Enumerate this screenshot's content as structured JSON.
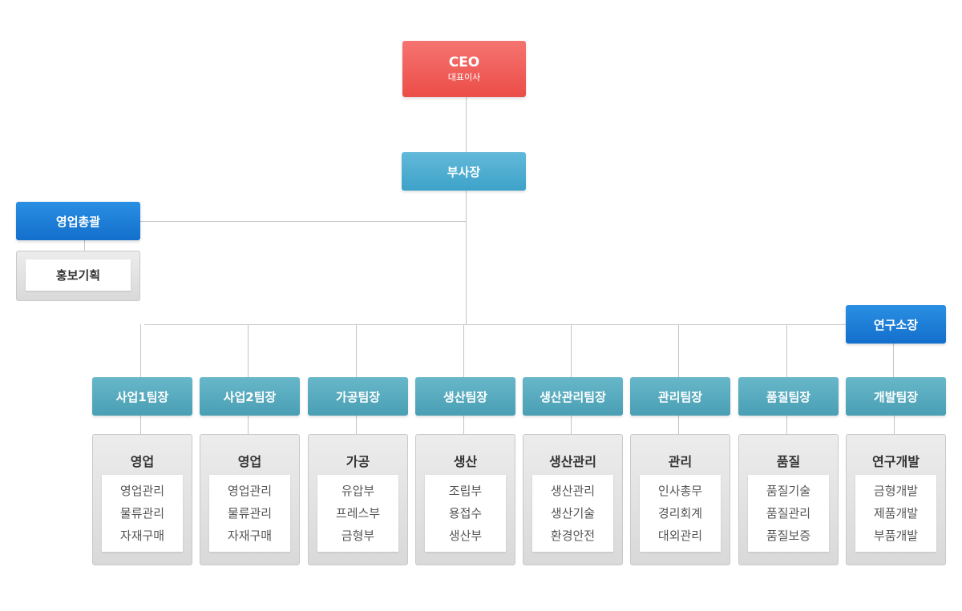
{
  "ceo": {
    "title": "CEO",
    "subtitle": "대표이사"
  },
  "vice_president": "부사장",
  "sales_director": {
    "label": "영업총괄",
    "sub": "홍보기획"
  },
  "research_director": "연구소장",
  "teams": [
    {
      "head": "사업1팀장",
      "dept": "영업",
      "items": [
        "영업관리",
        "물류관리",
        "자재구매"
      ]
    },
    {
      "head": "사업2팀장",
      "dept": "영업",
      "items": [
        "영업관리",
        "물류관리",
        "자재구매"
      ]
    },
    {
      "head": "가공팀장",
      "dept": "가공",
      "items": [
        "유압부",
        "프레스부",
        "금형부"
      ]
    },
    {
      "head": "생산팀장",
      "dept": "생산",
      "items": [
        "조립부",
        "용접수",
        "생산부"
      ]
    },
    {
      "head": "생산관리팀장",
      "dept": "생산관리",
      "items": [
        "생산관리",
        "생산기술",
        "환경안전"
      ]
    },
    {
      "head": "관리팀장",
      "dept": "관리",
      "items": [
        "인사총무",
        "경리회계",
        "대외관리"
      ]
    },
    {
      "head": "품질팀장",
      "dept": "품질",
      "items": [
        "품질기술",
        "품질관리",
        "품질보증"
      ]
    },
    {
      "head": "개발팀장",
      "dept": "연구개발",
      "items": [
        "금형개발",
        "제품개발",
        "부품개발"
      ]
    }
  ],
  "colors": {
    "ceo": "#ec4d48",
    "vice_president": "#3ea2c9",
    "director": "#136fcc",
    "team": "#4a9fb4",
    "panel": "#d9d9d9"
  }
}
